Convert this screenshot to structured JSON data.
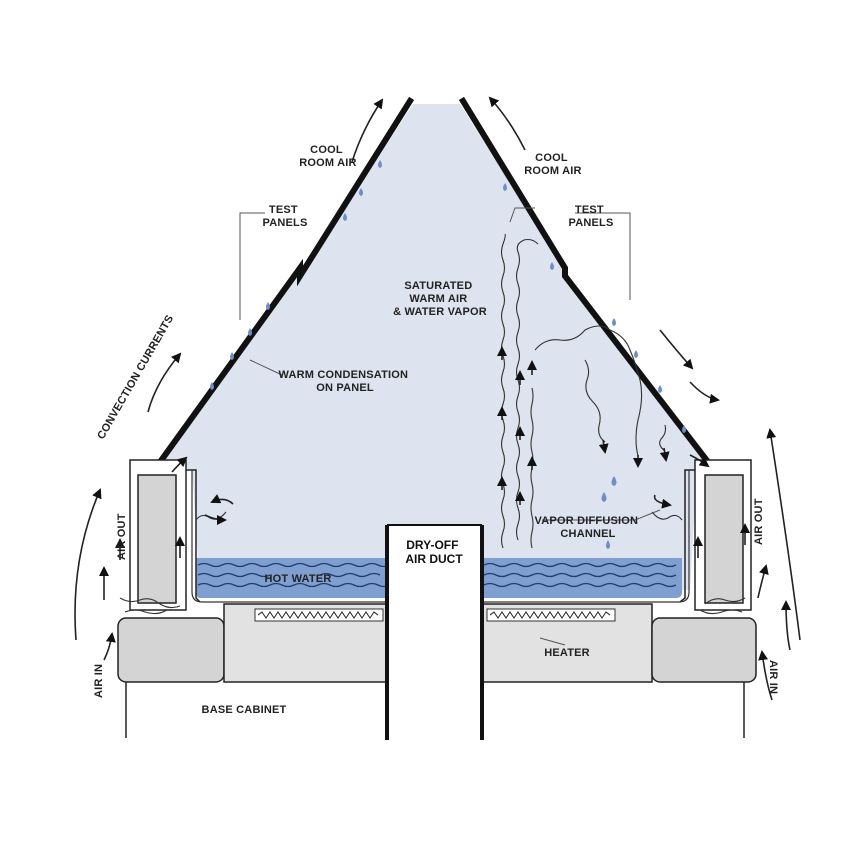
{
  "labels": {
    "cool_room_air_left": [
      "COOL",
      "ROOM AIR"
    ],
    "cool_room_air_right": [
      "COOL",
      "ROOM AIR"
    ],
    "test_panels_left": [
      "TEST",
      "PANELS"
    ],
    "test_panels_right": [
      "TEST",
      "PANELS"
    ],
    "saturated": [
      "SATURATED",
      "WARM AIR",
      "& WATER VAPOR"
    ],
    "condensation": [
      "WARM CONDENSATION",
      "ON PANEL"
    ],
    "convection": "CONVECTION CURRENTS",
    "air_out_left": "AIR OUT",
    "air_out_right": "AIR OUT",
    "air_in_left": "AIR IN",
    "air_in_right": "AIR IN",
    "dry_off": [
      "DRY-OFF",
      "AIR DUCT"
    ],
    "vapor_channel": [
      "VAPOR DIFFUSION",
      "CHANNEL"
    ],
    "hot_water": "HOT WATER",
    "heater": "HEATER",
    "base_cabinet": "BASE CABINET"
  },
  "colors": {
    "chamber_fill": "#dde3ef",
    "water_fill": "#7f9fd0",
    "panel_fill": "#d4d4d4",
    "outline": "#111111"
  }
}
